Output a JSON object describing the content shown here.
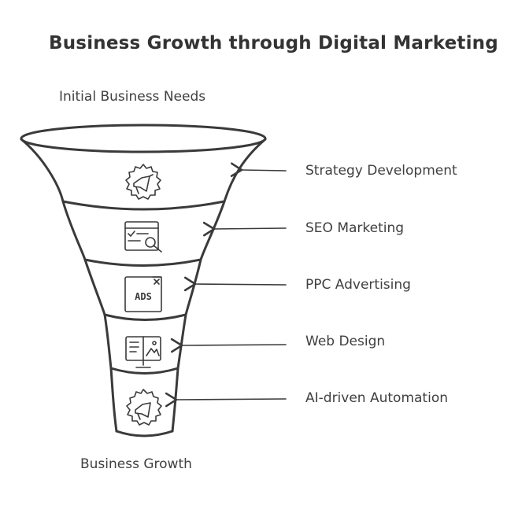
{
  "title": "Business Growth through Digital Marketing",
  "top_label": "Initial Business Needs",
  "bottom_label": "Business Growth",
  "stages": [
    {
      "label": "Strategy Development",
      "icon": "megaphone-gear-icon"
    },
    {
      "label": "SEO Marketing",
      "icon": "seo-search-icon"
    },
    {
      "label": "PPC Advertising",
      "icon": "ads-icon"
    },
    {
      "label": "Web Design",
      "icon": "web-design-monitor-icon"
    },
    {
      "label": "AI-driven Automation",
      "icon": "automation-gear-icon"
    }
  ],
  "colors": {
    "stroke": "#3a3a3a",
    "text": "#3f3f3f"
  }
}
